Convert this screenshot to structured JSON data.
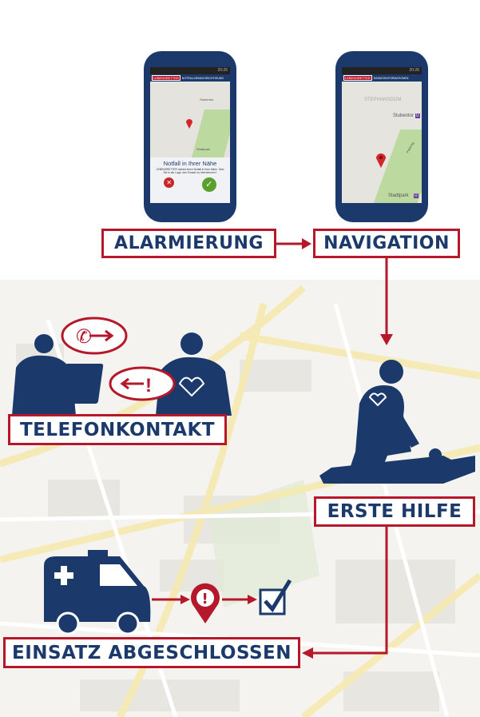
{
  "colors": {
    "navy": "#1b3a6b",
    "red": "#b5182a",
    "map_road": "#f3e39a",
    "map_base": "#ecebe6"
  },
  "phone_alert": {
    "status_time": "20:26",
    "logo": "LEBENSRETTER",
    "header": "NOTFALLBENACHRICHTIGUNG",
    "title": "Notfall in Ihrer Nähe",
    "message": "LEBENSRETTER meldet einen Notfall in Ihrer Nähe. Sind Sie in der Lage, den Einsatz zu übernehmen?",
    "map_labels": [
      "Stubentor",
      "Stadtpark"
    ],
    "decline_icon": "x-icon",
    "accept_icon": "check-icon"
  },
  "phone_nav": {
    "status_time": "20:26",
    "logo": "LEBENSRETTER",
    "header": "EINSATZINFORMATIONEN",
    "map_labels": {
      "landmark": "STEPHANSDOM",
      "station1": "Stubentor",
      "station2": "Stadtpark",
      "street": "Parkring",
      "metro": "U"
    }
  },
  "steps": {
    "alarm": "ALARMIERUNG",
    "nav": "NAVIGATION",
    "phone": "TELEFONKONTAKT",
    "aid": "ERSTE HILFE",
    "done": "EINSATZ ABGESCHLOSSEN"
  },
  "icons": [
    "phone-outgoing-icon",
    "incoming-alert-icon",
    "heart-icon",
    "ambulance-icon",
    "alert-pin-icon",
    "checkbox-icon"
  ]
}
